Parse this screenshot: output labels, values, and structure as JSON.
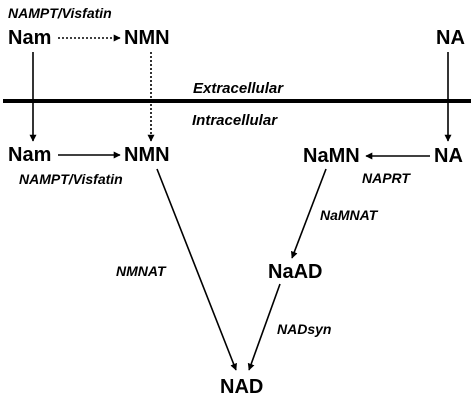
{
  "compartments": {
    "outside": "Extracellular",
    "inside": "Intracellular"
  },
  "metabolites": {
    "nam_out": "Nam",
    "nmn_out": "NMN",
    "na_out": "NA",
    "nam_in": "Nam",
    "nmn_in": "NMN",
    "namn": "NaMN",
    "na_in": "NA",
    "naad": "NaAD",
    "nad": "NAD"
  },
  "enzymes": {
    "nampt_extracellular": "NAMPT/Visfatin",
    "nampt_intracellular": "NAMPT/Visfatin",
    "naprt": "NAPRT",
    "namnat": "NaMNAT",
    "nmnat": "NMNAT",
    "nadsyn": "NADsyn"
  }
}
